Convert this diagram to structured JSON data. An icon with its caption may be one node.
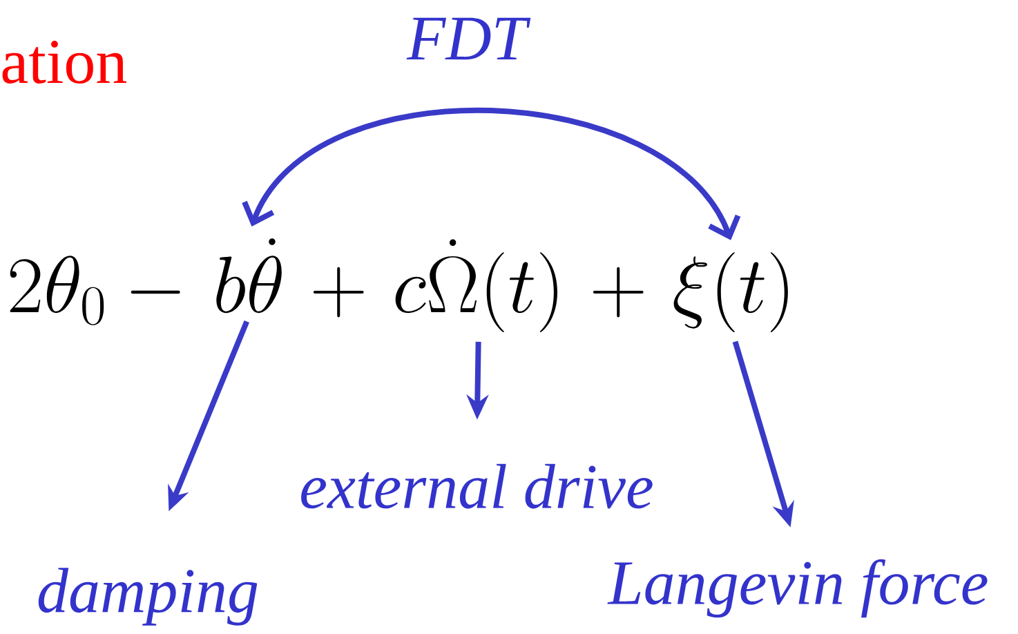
{
  "diagram": {
    "nodes": [
      {
        "text": [
          "b\\dot{\\theta}"
        ]
      },
      {
        "text": [
          "c\\dot{\\Omega}(t)"
        ]
      },
      {
        "text": [
          "\\xi(t)"
        ]
      },
      {
        "text": [
          "damping"
        ]
      },
      {
        "text": [
          "external drive"
        ]
      },
      {
        "text": [
          "Langevin force"
        ]
      }
    ],
    "edges": [
      {
        "from": 0,
        "to": 2,
        "arrow": "both",
        "label": "FDT"
      },
      {
        "from": 0,
        "to": 3,
        "arrow": "to"
      },
      {
        "from": 1,
        "to": 4,
        "arrow": "to"
      },
      {
        "from": 2,
        "to": 5,
        "arrow": "to"
      }
    ],
    "labels": [
      "ation",
      "2\\theta_0 -{}",
      "+",
      "+"
    ]
  }
}
